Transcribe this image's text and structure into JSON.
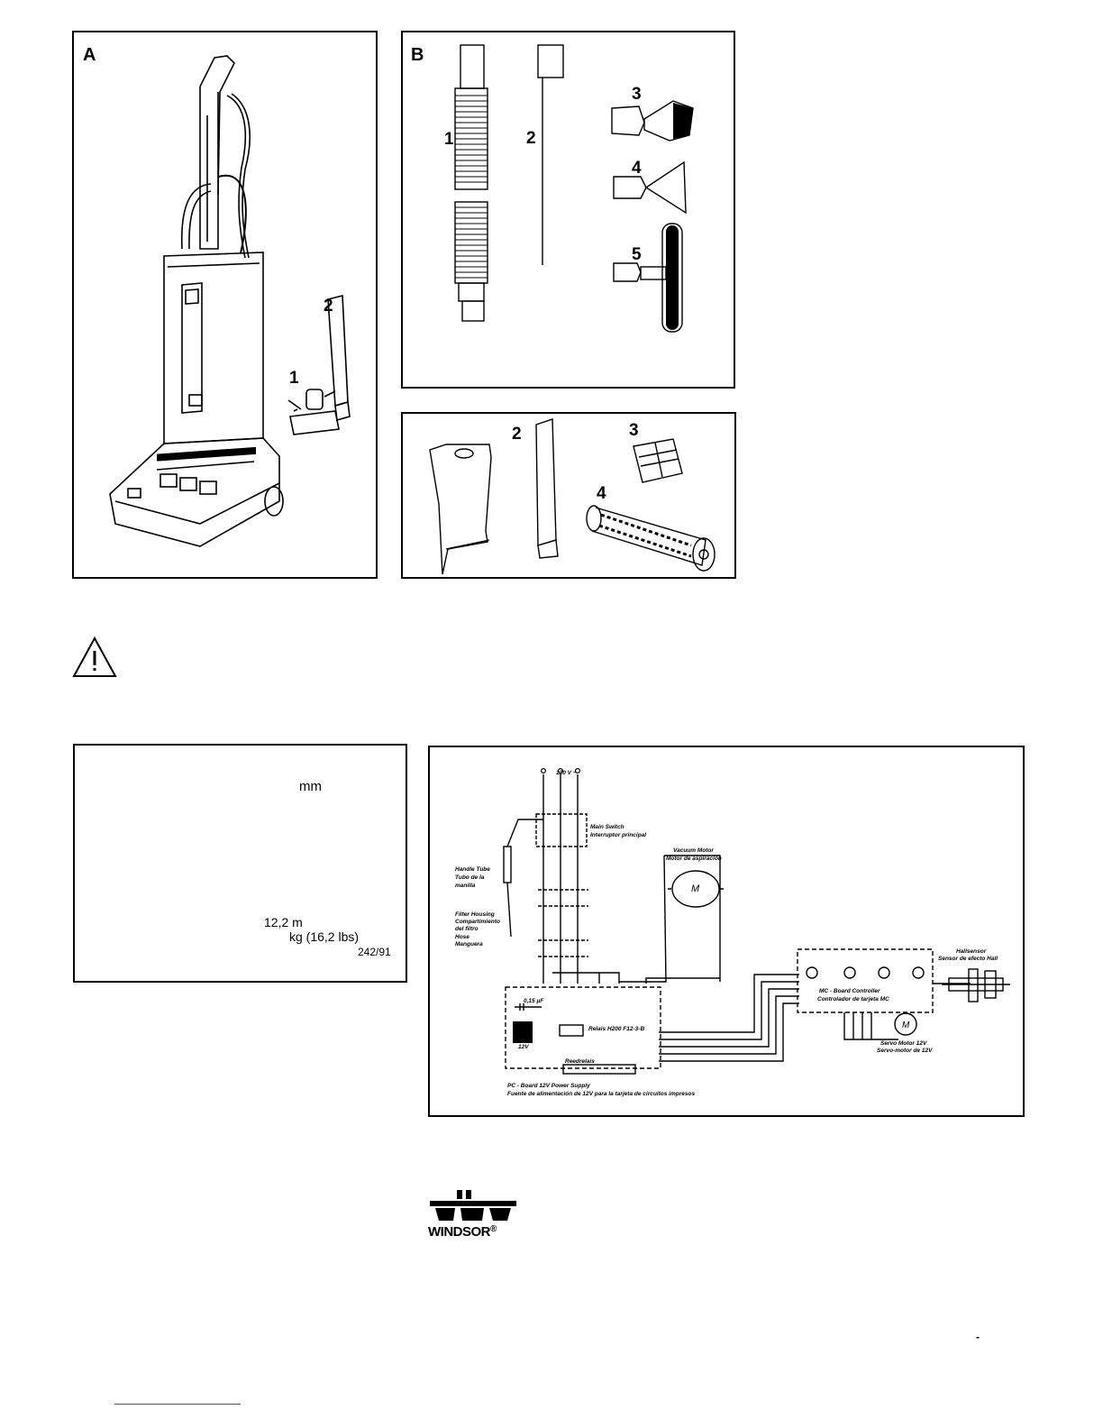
{
  "panel_a": {
    "label": "A",
    "part_1": "1",
    "part_2": "2"
  },
  "panel_b": {
    "label": "B",
    "part_1": "1",
    "part_2": "2",
    "part_3": "3",
    "part_4": "4",
    "part_5": "5"
  },
  "panel_c": {
    "part_2": "2",
    "part_3": "3",
    "part_4": "4"
  },
  "specs": {
    "unit_mm": "mm",
    "cord_length": "12,2 m",
    "weight": "kg (16,2 lbs)",
    "ref": "242/91"
  },
  "wiring": {
    "voltage": "120 V ~",
    "main_switch_en": "Main Switch",
    "main_switch_es": "Interruptor principal",
    "vacuum_motor_en": "Vacuum Motor",
    "vacuum_motor_es": "Motor de aspiración",
    "handle_tube_en": "Handle Tube",
    "handle_tube_es_1": "Tubo de la",
    "handle_tube_es_2": "manilla",
    "filter_housing_en": "Filter Housing",
    "filter_housing_es_1": "Compartimiento",
    "filter_housing_es_2": "del filtro",
    "hose_en": "Hose",
    "hose_es": "Manguera",
    "hall_sensor_en": "Hallsensor",
    "hall_sensor_es": "Sensor de efecto Hall",
    "mc_board_en": "MC - Board Controller",
    "mc_board_es": "Controlador de tarjeta MC",
    "servo_motor_en": "Servo Motor 12V",
    "servo_motor_es": "Servo-motor de 12V",
    "relay": "Relais H200 F12-3-B",
    "reed_relay": "Reedrelais",
    "capacitor": "0,15 µF",
    "pc_board_en": "PC - Board 12V Power Supply",
    "pc_board_es": "Fuente de alimentación de 12V para la tarjeta de circuitos impresos",
    "motor_m": "M",
    "servo_m": "M",
    "twelve_v": "12V"
  },
  "brand": {
    "name": "WINDSOR",
    "reg": "®"
  },
  "footer": {
    "mark": "-"
  }
}
